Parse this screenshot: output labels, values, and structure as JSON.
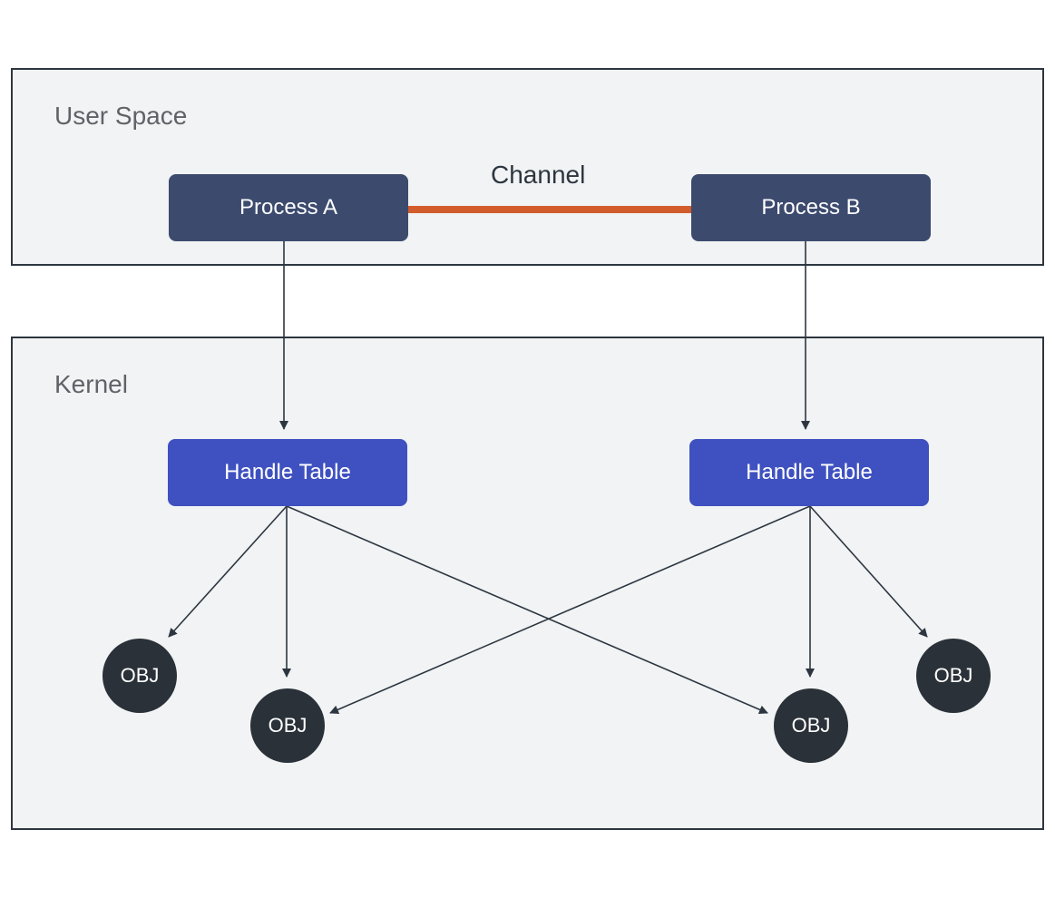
{
  "regions": {
    "user_space": "User Space",
    "kernel": "Kernel"
  },
  "channel": {
    "label": "Channel",
    "color": "#d35c2c"
  },
  "processes": {
    "a": "Process A",
    "b": "Process B"
  },
  "handle_tables": {
    "a": "Handle Table",
    "b": "Handle Table"
  },
  "objects": [
    "OBJ",
    "OBJ",
    "OBJ",
    "OBJ"
  ],
  "colors": {
    "region_fill": "#f1f3f4",
    "process_fill": "#3c4a6e",
    "handle_table_fill": "#3f51c0",
    "object_fill": "#2a3138",
    "line": "#2d3640"
  }
}
